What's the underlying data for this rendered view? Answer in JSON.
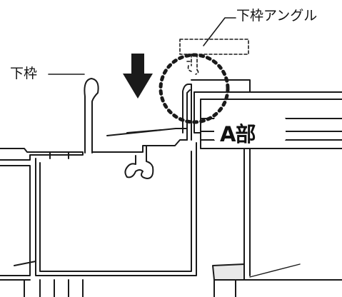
{
  "labels": {
    "lower_frame_angle": "下枠アングル",
    "lower_frame": "下枠",
    "part_a": "A部"
  },
  "colors": {
    "line": "#1a1a1a",
    "fill_shade": "#e9e9e9",
    "background": "#ffffff"
  },
  "icons": {
    "arrow": "down-arrow-icon",
    "detail_circle": "dotted-circle-highlight"
  }
}
